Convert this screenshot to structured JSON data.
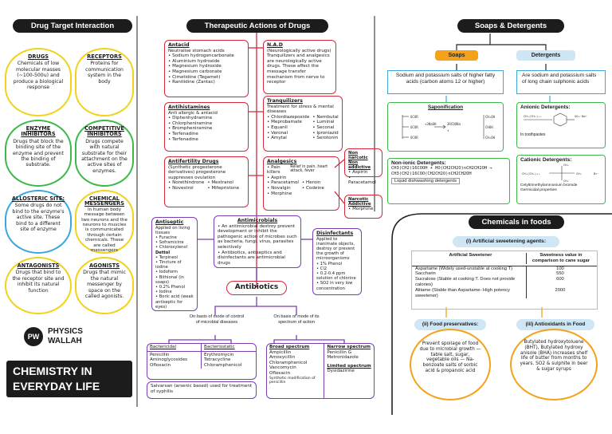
{
  "headers": {
    "target": "Drug Target Interaction",
    "therapeutic": "Therapeutic Actions of Drugs",
    "soaps": "Soaps & Detergents",
    "foods": "Chemicals in foods"
  },
  "targets": [
    {
      "title": "DRUGS",
      "text": "Chemicals of low molecular masses (~100-500u) and produce a biological response"
    },
    {
      "title": "RECEPTORS",
      "text": "Proteins for communication system in the body"
    },
    {
      "title": "ENZYME INHIBITORS",
      "text": "Drugs that block the binding site of the enzyme and prevent the binding of substrate."
    },
    {
      "title": "COMPETITIVE INHIBITORS",
      "text": "Drugs compete with natural substrate for their attachment on the active sites of enzymes."
    },
    {
      "title": "ALLOSTERIC SITE:",
      "text": "Some drugs do not bind to the enzyme's active site. These bind to a different site of enzyme"
    },
    {
      "title": "CHEMICAL MESSENGERS",
      "text": "In human body message between two neurons and the neurons to muscles is communicated through certain chemicals. These are called messengers"
    },
    {
      "title": "ANTAGONISTS",
      "text": "Drugs that bind to the receptor site and inhibit its natural function"
    },
    {
      "title": "AGONISTS",
      "text": "Drugs that mimic the natural messenger by space on the called agonists."
    }
  ],
  "brand": {
    "name1": "PHYSICS",
    "name2": "WALLAH",
    "title1": "CHEMISTRY IN",
    "title2": "EVERYDAY LIFE"
  },
  "antacid": {
    "title": "Antacid",
    "intro": "Neutralise stomach acids",
    "items": [
      "Sodium hydrogencarbonate",
      "Aluminium hydroxide",
      "Magnesium hydroxide",
      "Magnesium carbonate",
      "Cimetidine (Tegamet)",
      "Ranitidine (Zantac)"
    ]
  },
  "nad": {
    "title": "N.A.D",
    "text": "(Neurologically active drugs) Tranquilizers and analgesics are neurologically active drugs. These affect the message transfer mechanism from nerve to receptor"
  },
  "antihist": {
    "title": "Antihistamines",
    "intro": "Anti allergic & antacid",
    "items": [
      "Diphenhydramine",
      "Chlorpheniramine",
      "Brompheniramine",
      "Terfenadine",
      "Terfenadine"
    ]
  },
  "tranq": {
    "title": "Tranquilizers",
    "intro": "Treatment for stress & mental diseases",
    "left": [
      "Chlordiazepoxide",
      "Meprobamate",
      "Equanil",
      "Veronal",
      "Amytal"
    ],
    "right": [
      "Nembutal",
      "Luminal",
      "Seconal",
      "Iproniazid",
      "Serotonin"
    ]
  },
  "antifert": {
    "title": "Antifertility Drugs",
    "intro": "(Synthetic progesterone derivatives) progesterone suppresses ovulation",
    "left": [
      "Norethindrone",
      "Novestrol"
    ],
    "right": [
      "Mestranol",
      "Mifepristone"
    ]
  },
  "analg": {
    "title": "Analgesics",
    "top": [
      "Pain killers",
      "Aspirin"
    ],
    "note": "Relief in pain, heart attack, fever",
    "items": [
      "Paracetamol",
      "Novalgin",
      "Morphine",
      "Heroin",
      "Codeine"
    ]
  },
  "nonnarc": {
    "title": "Non narcotic Non addictive",
    "items": [
      "Aspirin",
      "Paracetamol"
    ]
  },
  "narc": {
    "title": "Narcotic Addictive",
    "items": [
      "Morphine"
    ]
  },
  "antiseptic": {
    "title": "Antiseptic",
    "intro": "Applied on living tissues",
    "items": [
      "Furacine",
      "Soframicine",
      "Chloroxylenol",
      "Terpineol",
      "Tincture of iodine",
      "Iodoform",
      "Bithional (in soaps)",
      "0.2% Phenol",
      "Iodine",
      "Boric acid (weak antiseptic for eyes)"
    ],
    "dettol": "Dettol"
  },
  "antimicrobials": {
    "title": "Antimicrobials",
    "items": [
      "An antimicrobial destroy prevent development or inhibit the pathogenic action of microbes such as bacteria, fungi, virus, parasites selectively",
      "Antibiotics, antiseptics and disinfectants are antimicrobial drugs"
    ]
  },
  "disinf": {
    "title": "Disinfectants",
    "text": "Applied to inanimate objects, destroy or prevent the growth of microorganisms",
    "items": [
      "1% Phenol",
      "Cl2",
      "0.2-0.4 ppm solution of chlorine",
      "SO2 in very low concentration"
    ]
  },
  "antibiotics": {
    "title": "Antibiotics",
    "mode1": "On basis of mode of control of microbial diseases",
    "mode2": "On basis of mode of its spectrum of action"
  },
  "bact": {
    "h1": "Bactericidal",
    "h2": "Bacteriostatic",
    "l1": [
      "Penicillin",
      "Aminoglycosides",
      "Ofloxacin"
    ],
    "l2": [
      "Erythromycin",
      "Tetracycline",
      "Chloramphenicol"
    ],
    "salvarsan": "Salvarsan (arsenic based) used for treatment of syphilis"
  },
  "spec": {
    "broad": "Broad spectrum",
    "narrow": "Narrow spectrum",
    "limited": "Limited spectrum",
    "b": [
      "Ampicillin",
      "Amoxycillin",
      "Chloramphenicol",
      "Vancomycin",
      "Ofloxacin"
    ],
    "bnote": "Synthetic modification of penicillin",
    "n": [
      "Penicillin G",
      "Metronidazole"
    ],
    "l": [
      "Dysidazirine"
    ]
  },
  "soaps": {
    "label": "Soaps",
    "soaps_text": "Sodium and potassium salts of higher fatty acids (carbon atoms 12 or higher)",
    "det_label": "Detergents",
    "det_text": "Are sodium and potassium salts of long chain sulphonic acids",
    "saponif": "Saponification",
    "anionic": "Anionic Detergents:",
    "cationic": "Cationic Detergents:",
    "nonionic": "Non-ionic Detergents:",
    "nonionic_eq": "CH3(CH2)16COOH + HO(CH2CH2O)nCH2CH2OH → CH3(CH2)16COO(CH2CH2O)nCH2CH2OH",
    "nonionic_note": "Liquid dishwashing detergents",
    "anionic_note": "In toothpastes",
    "cationic_note": "Cetyltrimethylammonium bromide",
    "cationic_note2": "Germicidal properties"
  },
  "foods": {
    "sweet_title": "(i) Artificial sweetening agents:",
    "col1": "Artificial Sweetener",
    "col2": "Sweetness value in comparison to cane sugar",
    "rows": [
      {
        "name": "Aspartame (Widely used-unstable at cooking T)",
        "value": "100"
      },
      {
        "name": "Saccharin",
        "value": "550"
      },
      {
        "name": "Sucralose (Stable at cooking T. Does not provide calories)",
        "value": "600"
      },
      {
        "name": "Alitame (Stable than Aspartame- High potency sweetener)",
        "value": "2000"
      }
    ],
    "pres_title": "(ii) Food preservatives:",
    "pres_text": "Prevent spoilage of food due to microbial growth — table salt, sugar, vegetable oils — Na-benzoate salts of sorbic acid & propanoic acid",
    "anti_title": "(iii) Antioxidants in Food",
    "anti_text": "Butylated hydroxytoluene (BHT), Butylated hydroxy anisole (BHA) increases shelf life of butter from months to years. SO2 & sulphite in beer & sugar syrups"
  },
  "colors": {
    "red": "#d6283c",
    "purple": "#7b3fb0",
    "yellow": "#f2d21a",
    "green": "#3db84a",
    "blue": "#3aa7e0",
    "orange": "#f4a21a"
  }
}
